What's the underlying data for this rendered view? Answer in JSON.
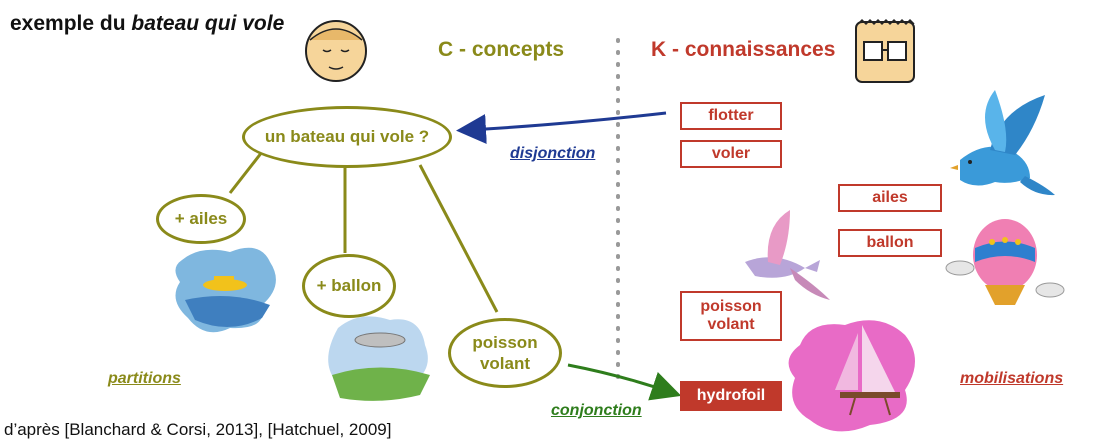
{
  "title": {
    "plain": "exemple du ",
    "italic": "bateau qui vole"
  },
  "c_heading": "C - concepts",
  "k_heading": "K - connaissances",
  "concepts": {
    "root": "un bateau qui vole ?",
    "ailes": "+ ailes",
    "ballon": "+ ballon",
    "poisson_volant": "poisson volant"
  },
  "knowledge": {
    "flotter": "flotter",
    "voler": "voler",
    "ailes": "ailes",
    "ballon": "ballon",
    "poisson_volant": "poisson volant",
    "hydrofoil": "hydrofoil"
  },
  "labels": {
    "disjonction": "disjonction",
    "conjonction": "conjonction",
    "partitions": "partitions",
    "mobilisations": "mobilisations"
  },
  "credit": "d’après [Blanchard & Corsi, 2013], [Hatchuel, 2009]",
  "colors": {
    "concept": "#8a8a1a",
    "knowledge": "#c0392b",
    "disjonction_arrow": "#1f3a93",
    "conjonction_arrow": "#2e7d1c"
  }
}
